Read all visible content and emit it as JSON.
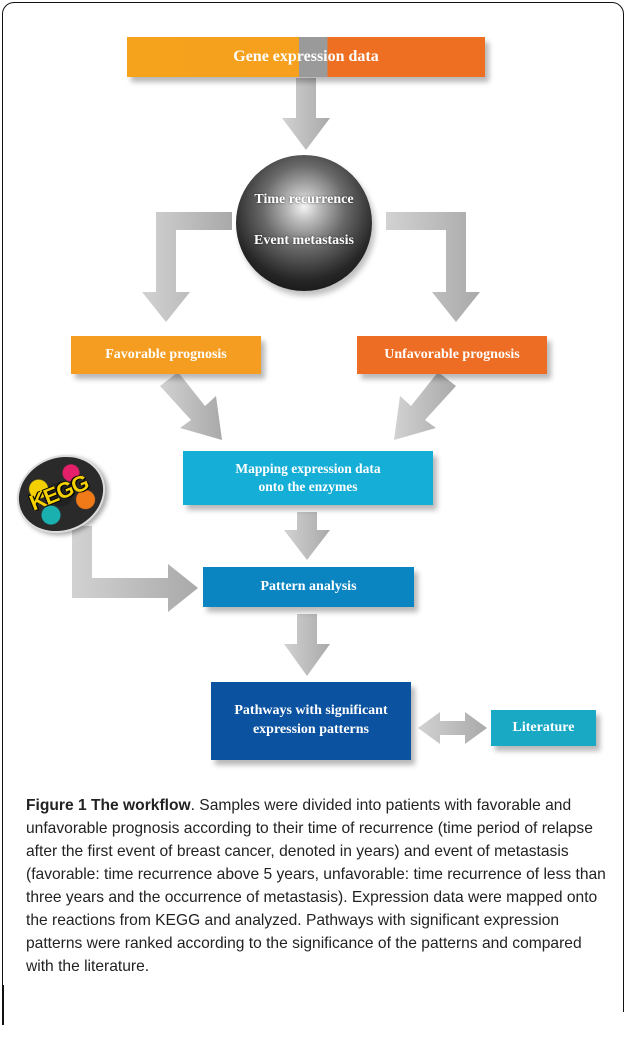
{
  "diagram": {
    "top_box": "Gene expression data",
    "sphere_line1": "Time recurrence",
    "sphere_line2": "Event metastasis",
    "favorable": "Favorable prognosis",
    "unfavorable": "Unfavorable prognosis",
    "mapping_line1": "Mapping expression data",
    "mapping_line2": "onto the enzymes",
    "pattern": "Pattern analysis",
    "pathways_line1": "Pathways with significant",
    "pathways_line2": "expression patterns",
    "literature": "Literature",
    "kegg_logo_text": "KEGG"
  },
  "caption": {
    "title": "Figure 1 The workflow",
    "text": ". Samples were divided into patients with favorable and unfavorable prognosis according to their time of recurrence (time period of relapse after the first event of breast cancer, denoted in years) and event of metastasis (favorable: time recurrence above 5 years, unfavorable: time recurrence of less than three years and the occurrence of metastasis). Expression data were mapped onto the reactions from KEGG and analyzed. Pathways with significant expression patterns were ranked according to the significance of the patterns and compared with the literature."
  },
  "colors": {
    "orange_light": "#f49d20",
    "orange_dark": "#ee6d24",
    "cyan": "#15aed6",
    "blue": "#0b84c2",
    "navy": "#0b52a0",
    "teal": "#1aa9c4",
    "arrow_gray": "#bdbdbd"
  }
}
